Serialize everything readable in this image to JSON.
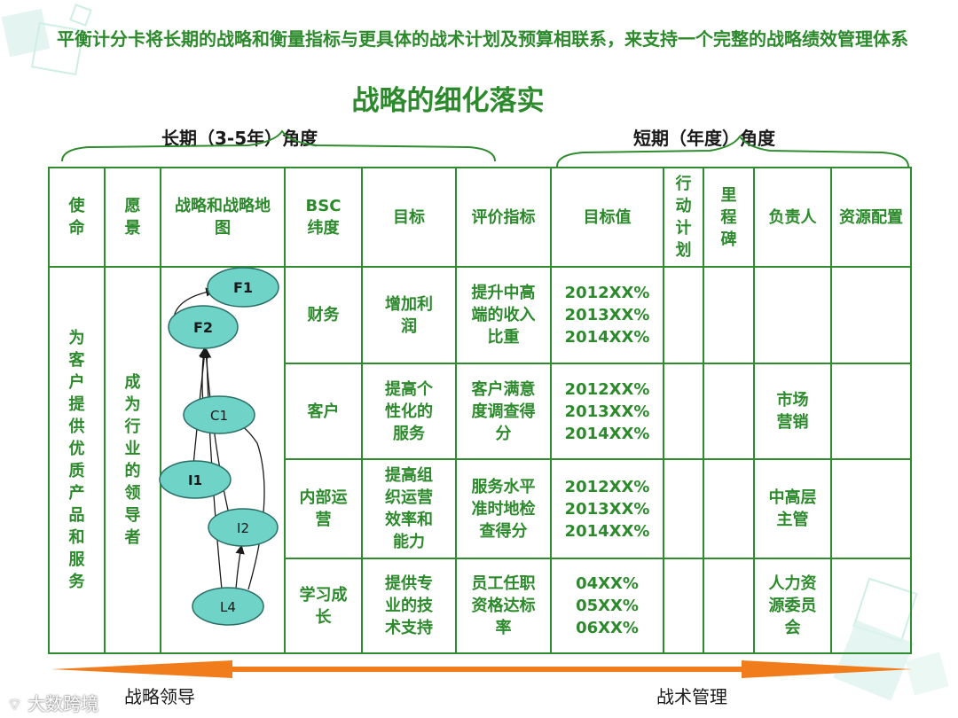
{
  "header_text": "平衡计分卡将长期的战略和衡量指标与更具体的战术计划及预算相联系，来支持一个完整的战略绩效管理体系",
  "title": "战略的细化落实",
  "long_term_label": "长期（3-5年）角度",
  "short_term_label": "短期（年度）角度",
  "columns": {
    "mission": "使命",
    "vision": "愿景",
    "strategy_map": "战略和战略地图",
    "bsc": "BSC纬度",
    "objective": "目标",
    "kpi": "评价指标",
    "target": "目标值",
    "action": "行动计划",
    "milestone": "里程碑",
    "owner": "负责人",
    "resource": "资源配置"
  },
  "mission_text": "为客户提供优质产品和服务",
  "vision_text": "成为行业的领导者",
  "rows": [
    {
      "bsc": "财务",
      "objective": "增加利润",
      "kpi": "提升中高端的收入比重",
      "targets": [
        "2012XX%",
        "2013XX%",
        "2014XX%"
      ],
      "owner": ""
    },
    {
      "bsc": "客户",
      "objective": "提高个性化的服务",
      "kpi": "客户满意度调查得分",
      "targets": [
        "2012XX%",
        "2013XX%",
        "2014XX%"
      ],
      "owner": "市场营销"
    },
    {
      "bsc": "内部运营",
      "objective": "提高组织运营效率和能力",
      "kpi": "服务水平准时地检查得分",
      "targets": [
        "2012XX%",
        "2013XX%",
        "2014XX%"
      ],
      "owner": "中高层主管"
    },
    {
      "bsc": "学习成长",
      "objective": "提供专业的技术支持",
      "kpi": "员工任职资格达标率",
      "targets": [
        "04XX%",
        "05XX%",
        "06XX%"
      ],
      "owner": "人力资源委员会"
    }
  ],
  "map_nodes": {
    "f1": "F1",
    "f2": "F2",
    "c1": "C1",
    "i1": "I1",
    "i2": "I2",
    "l4": "L4"
  },
  "arrow_left_label": "战略领导",
  "arrow_right_label": "战术管理",
  "watermark": "大数跨境",
  "colors": {
    "green": "#2c8a2c",
    "node_fill": "#6fd3c8",
    "arrow": "#f07c1c"
  }
}
